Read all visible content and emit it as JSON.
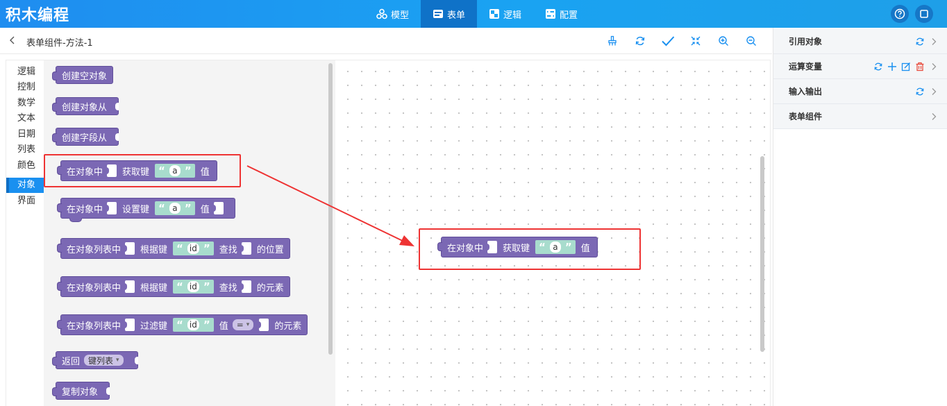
{
  "app": {
    "title": "积木编程"
  },
  "nav": [
    {
      "label": "模型",
      "icon": "model-icon",
      "active": false
    },
    {
      "label": "表单",
      "icon": "form-icon",
      "active": true
    },
    {
      "label": "逻辑",
      "icon": "logic-icon",
      "active": false
    },
    {
      "label": "配置",
      "icon": "config-icon",
      "active": false
    }
  ],
  "breadcrumb": {
    "title": "表单组件-方法-1"
  },
  "categories": [
    "逻辑",
    "控制",
    "数学",
    "文本",
    "日期",
    "列表",
    "颜色",
    "对象",
    "界面"
  ],
  "active_category": "对象",
  "blocks": {
    "create_empty": {
      "label": "创建空对象"
    },
    "create_from": {
      "label": "创建对象从"
    },
    "create_field_from": {
      "label": "创建字段从"
    },
    "get_value": {
      "prefix": "在对象中",
      "mid": "获取键",
      "key": "a",
      "suffix": "值"
    },
    "set_value": {
      "prefix": "在对象中",
      "mid": "设置键",
      "key": "a",
      "suffix": "值"
    },
    "find_pos": {
      "prefix": "在对象列表中",
      "mid": "根据键",
      "key": "id",
      "find": "查找",
      "suffix": "的位置"
    },
    "find_elem": {
      "prefix": "在对象列表中",
      "mid": "根据键",
      "key": "id",
      "find": "查找",
      "suffix": "的元素"
    },
    "filter": {
      "prefix": "在对象列表中",
      "mid": "过滤键",
      "key": "id",
      "value": "值",
      "op": "=",
      "suffix": "的元素"
    },
    "return_keys": {
      "label": "返回",
      "option": "键列表"
    },
    "copy_obj": {
      "label": "复制对象"
    }
  },
  "canvas_block": {
    "prefix": "在对象中",
    "mid": "获取键",
    "key": "a",
    "suffix": "值"
  },
  "right_panel": [
    {
      "label": "引用对象",
      "icons": [
        "refresh-icon"
      ]
    },
    {
      "label": "运算变量",
      "icons": [
        "refresh-icon",
        "plus-icon",
        "edit-icon",
        "delete-icon"
      ]
    },
    {
      "label": "输入输出",
      "icons": [
        "refresh-icon"
      ]
    },
    {
      "label": "表单组件",
      "icons": []
    }
  ],
  "colors": {
    "accent": "#1a90f0",
    "block": "#7b68b4",
    "string": "#a8dccd",
    "highlight": "#ee3333"
  }
}
